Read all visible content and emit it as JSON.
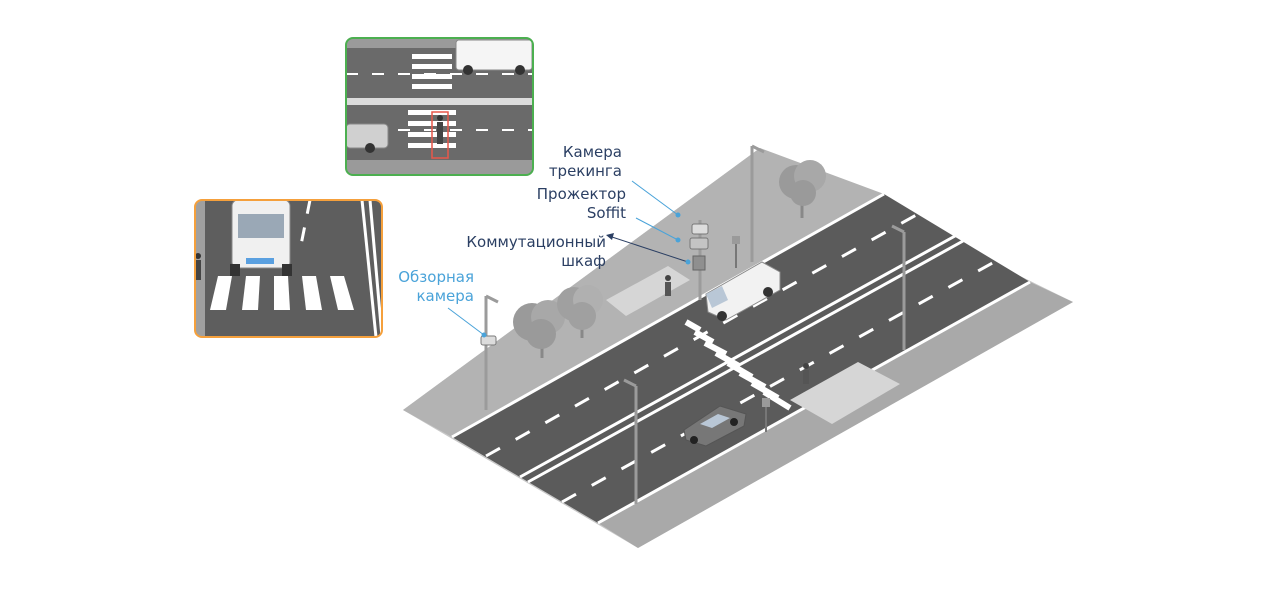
{
  "labels": {
    "tracking_camera": [
      "Камера",
      "трекинга"
    ],
    "floodlight": [
      "Прожектор",
      "Soffit"
    ],
    "switch_cabinet": [
      "Коммутационный",
      "шкаф"
    ],
    "overview_camera": [
      "Обзорная",
      "камера"
    ]
  },
  "colors": {
    "road": "#5b5b5b",
    "sidewalk": "#a9a9a9",
    "marking": "#ffffff",
    "dark_label": "#2b3f63",
    "light_label": "#4aa3d9",
    "inset_top_border": "#4caf50",
    "inset_left_border": "#f5a03c",
    "detection_box": "#e8574a"
  },
  "icons": [
    "tracking-camera-icon",
    "floodlight-icon",
    "switch-cabinet-icon",
    "overview-camera-icon",
    "street-lamp-icon",
    "tree-icon",
    "van-icon",
    "car-icon",
    "pedestrian-icon"
  ]
}
